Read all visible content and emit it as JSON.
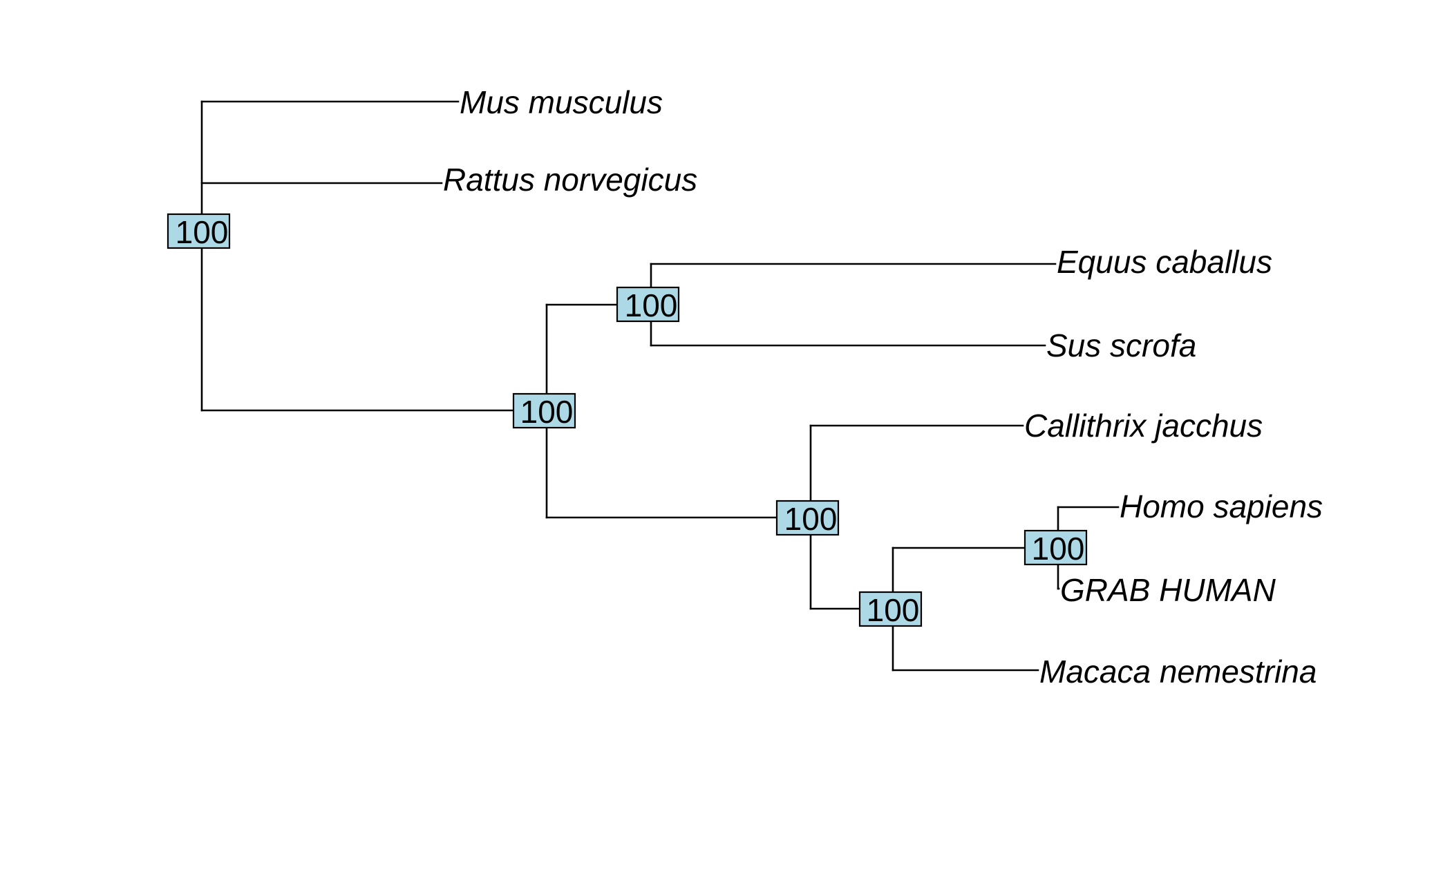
{
  "tree": {
    "support_box_color": "#add8e6",
    "branch_color": "#000000",
    "tips": [
      {
        "id": "mus",
        "label": "Mus musculus"
      },
      {
        "id": "rat",
        "label": "Rattus norvegicus"
      },
      {
        "id": "equ",
        "label": "Equus caballus"
      },
      {
        "id": "sus",
        "label": "Sus scrofa"
      },
      {
        "id": "cal",
        "label": "Callithrix jacchus"
      },
      {
        "id": "hom",
        "label": "Homo sapiens"
      },
      {
        "id": "grab",
        "label": "GRAB HUMAN"
      },
      {
        "id": "mac",
        "label": "Macaca nemestrina"
      }
    ],
    "nodes": [
      {
        "id": "root",
        "support": "100",
        "children": [
          "mus",
          "rat",
          "n1"
        ]
      },
      {
        "id": "n1",
        "support": "100",
        "children": [
          "n2",
          "n3"
        ]
      },
      {
        "id": "n2",
        "support": "100",
        "children": [
          "equ",
          "sus"
        ]
      },
      {
        "id": "n3",
        "support": "100",
        "children": [
          "cal",
          "n4"
        ]
      },
      {
        "id": "n4",
        "support": "100",
        "children": [
          "n5",
          "mac"
        ]
      },
      {
        "id": "n5",
        "support": "100",
        "children": [
          "hom",
          "grab"
        ]
      }
    ]
  }
}
